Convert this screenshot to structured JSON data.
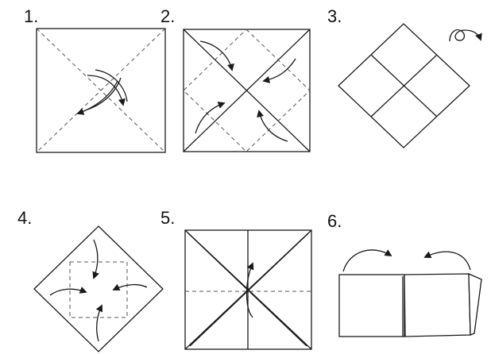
{
  "steps": [
    {
      "label": "1."
    },
    {
      "label": "2."
    },
    {
      "label": "3."
    },
    {
      "label": "4."
    },
    {
      "label": "5."
    },
    {
      "label": "6."
    }
  ],
  "colors": {
    "line": "#1a1a1a",
    "crease": "#555555",
    "background": "#ffffff"
  },
  "icons": [
    "fold-arrow-icon",
    "turn-over-icon"
  ]
}
